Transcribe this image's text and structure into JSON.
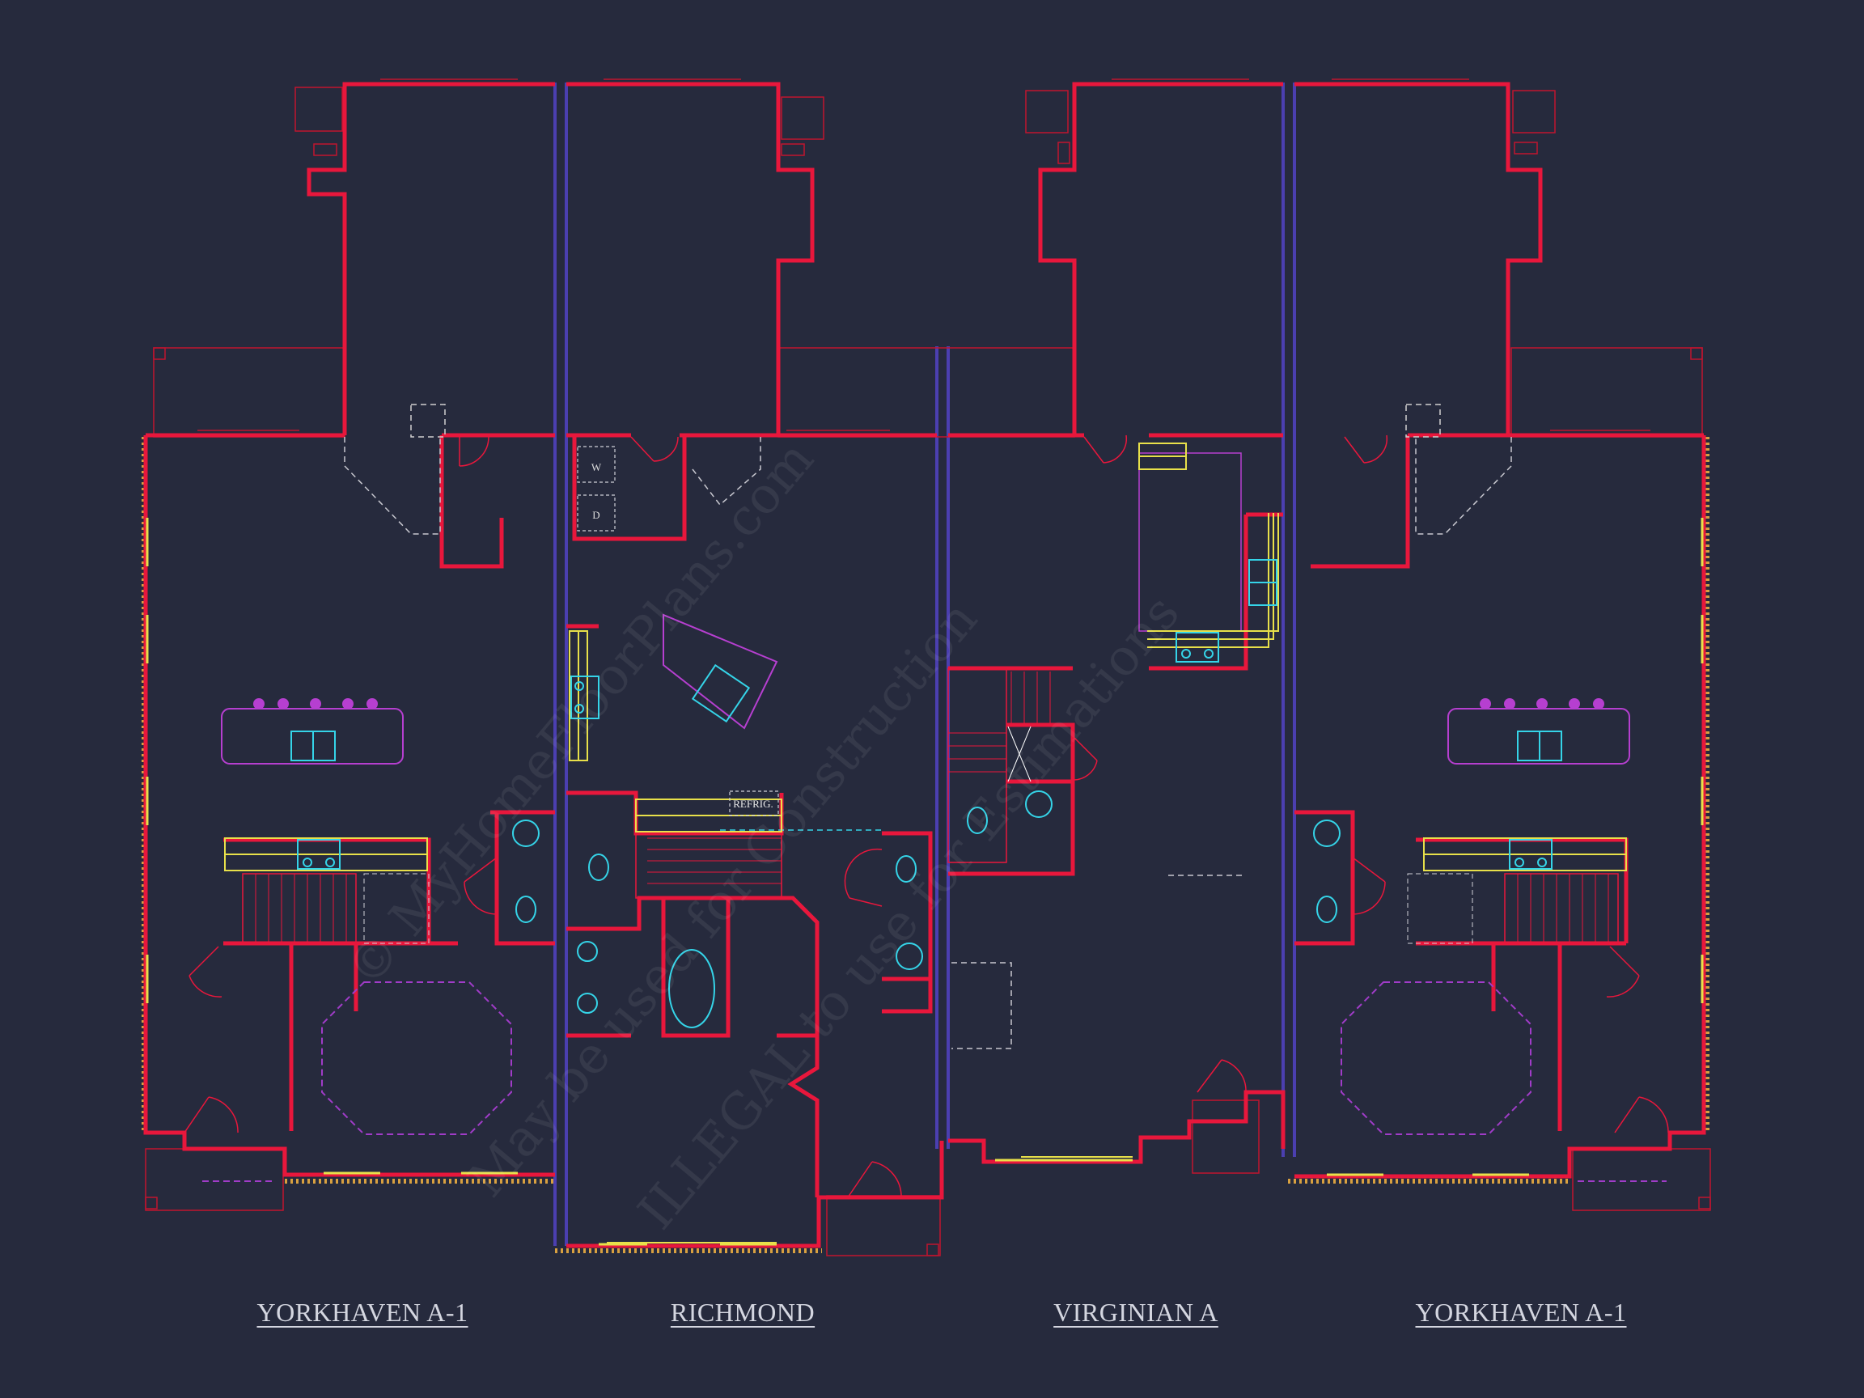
{
  "plan": {
    "units": [
      {
        "name": "YORKHAVEN A-1"
      },
      {
        "name": "RICHMOND"
      },
      {
        "name": "VIRGINIAN A"
      },
      {
        "name": "YORKHAVEN A-1"
      }
    ],
    "annotations": {
      "refrigerator": "REFRIG.",
      "washer": "W",
      "dryer": "D"
    },
    "watermark": {
      "line1": "© MyHomeFloorPlans.com",
      "line2": "May be used for Construction",
      "line3": "ILLEGAL to use for Estimations"
    }
  },
  "colors": {
    "background": "#262a3d",
    "wall": "#e8173c",
    "party_wall": "#4b3fb0",
    "fixture": "#35d4e8",
    "cabinet": "#b63fd0",
    "counter": "#e8e04a",
    "dashed": "#c8c8d0"
  }
}
